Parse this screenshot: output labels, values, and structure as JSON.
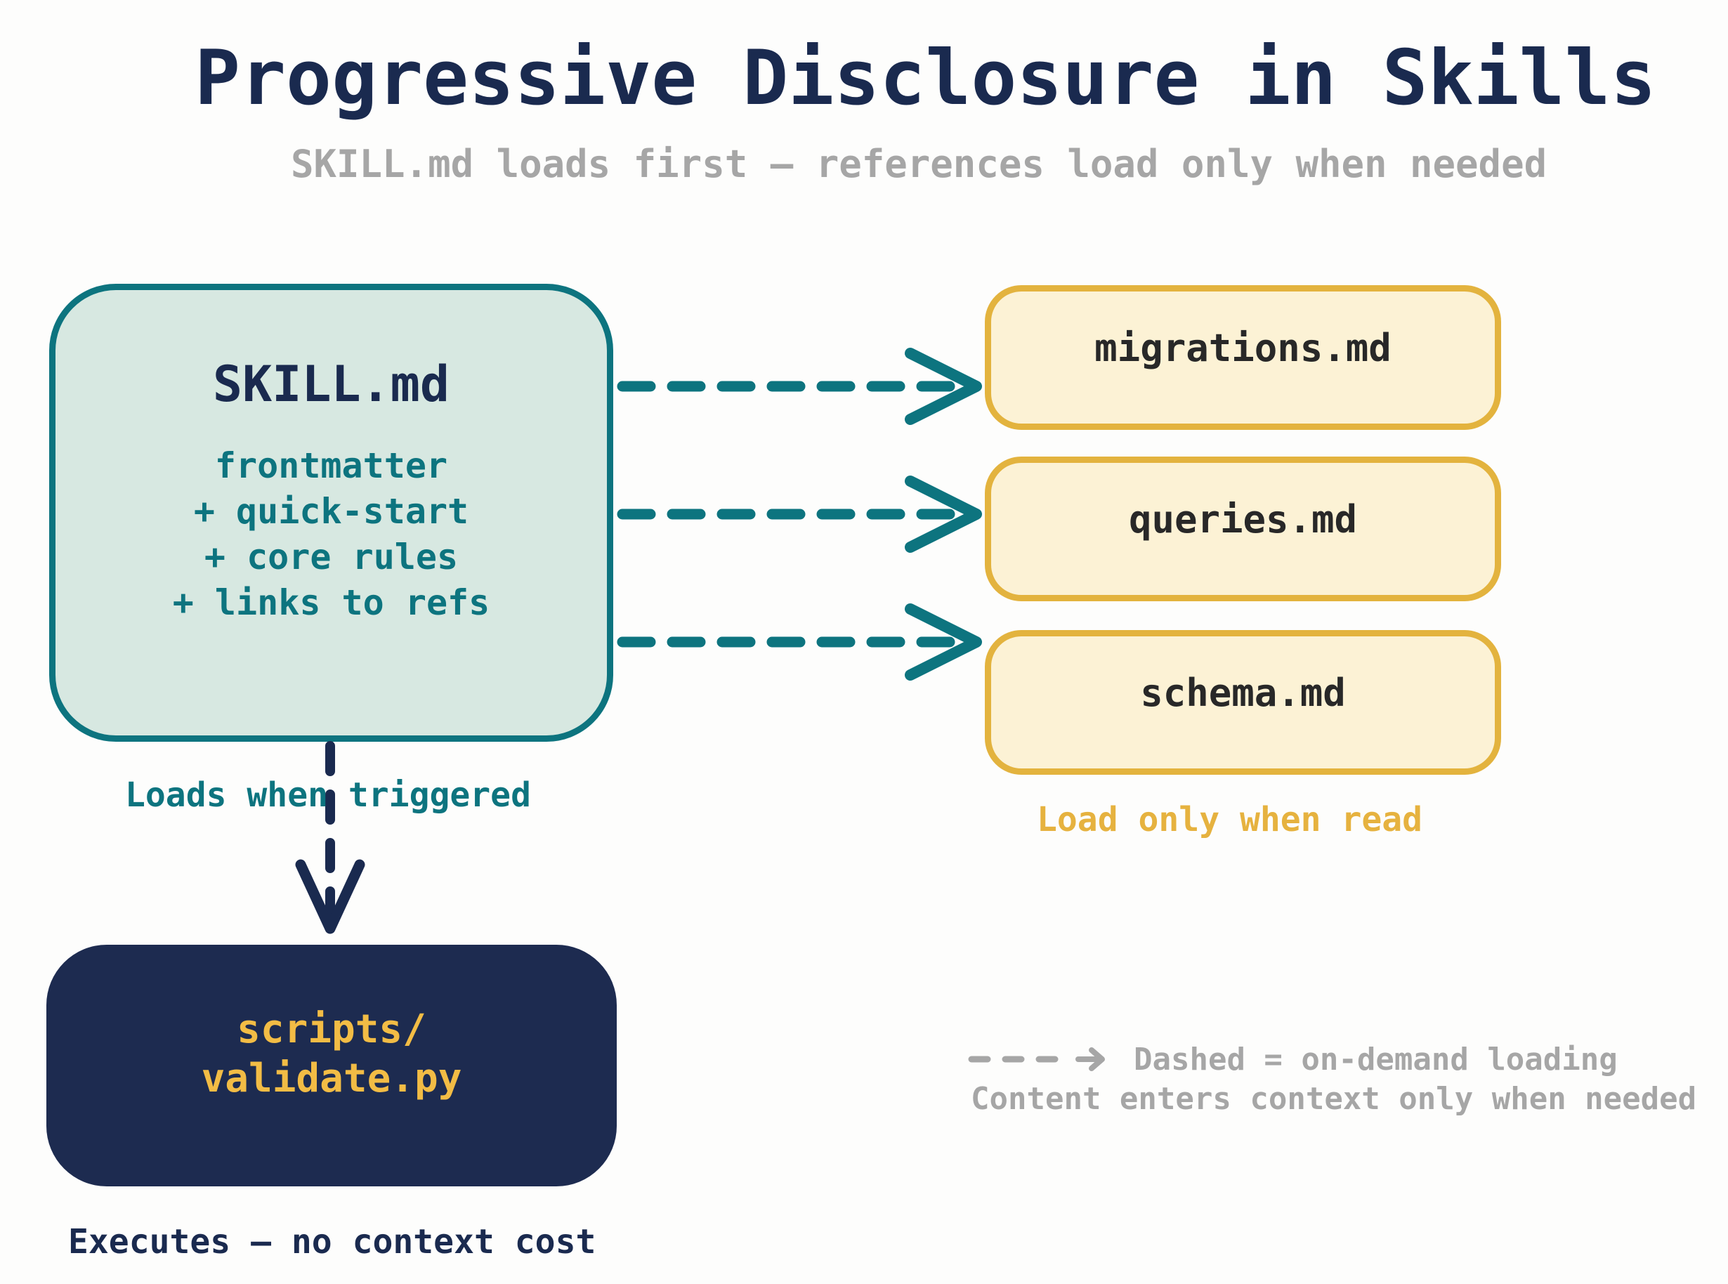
{
  "title": "Progressive Disclosure in Skills",
  "subtitle": "SKILL.md loads first — references load only when needed",
  "skill_box": {
    "title": "SKILL.md",
    "lines": [
      "frontmatter",
      "+ quick-start",
      "+ core rules",
      "+ links to refs"
    ],
    "caption": "Loads when triggered"
  },
  "references": {
    "boxes": [
      {
        "label": "migrations.md"
      },
      {
        "label": "queries.md"
      },
      {
        "label": "schema.md"
      }
    ],
    "caption": "Load only when read"
  },
  "script_box": {
    "lines": [
      "scripts/",
      "validate.py"
    ],
    "caption": "Executes — no context cost"
  },
  "legend": {
    "line1": "Dashed = on-demand loading",
    "line2": "Content enters context only when needed"
  },
  "icons": {
    "horizontal_arrows": "teal-dashed-arrow-right-icon",
    "vertical_arrow": "navy-dashed-arrow-down-icon",
    "legend_symbol": "gray-dashed-arrow-right-icon"
  },
  "colors": {
    "navy": "#1a2a4f",
    "teal": "#0d747f",
    "mint": "#d7e8e1",
    "gold_border": "#e3b33e",
    "cream": "#fcf2d5",
    "gold_text": "#e6b23f",
    "script_gold": "#f2bc45",
    "box_navy": "#1d2b50",
    "gray": "#a6a6a6",
    "dark_label": "#282828",
    "background": "#fdfdfc"
  }
}
